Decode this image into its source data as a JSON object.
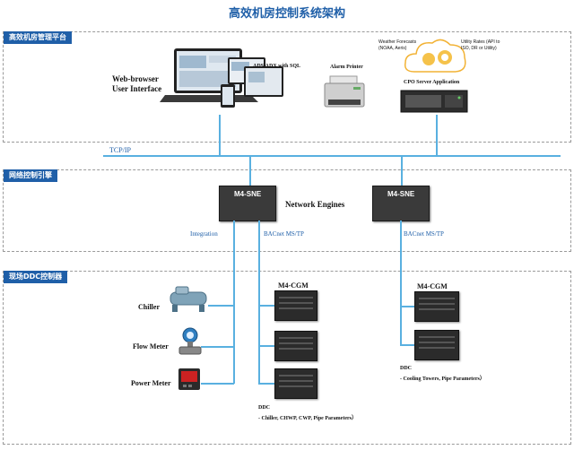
{
  "title": "高效机房控制系统架构",
  "sections": {
    "platform": "高效机房管理平台",
    "network": "网络控制引擎",
    "field": "现场DDC控制器"
  },
  "platform": {
    "web_browser_line1": "Web-browser",
    "web_browser_line2": "User Interface",
    "ads": "ADS/ADX with SQL",
    "alarm_printer": "Alarm Printer",
    "cpo": "CPO Server Application",
    "weather": "Weather Forecasts (NOAA, Aeris)",
    "utility": "Utility Rates (API to ISO, DR or Utility)"
  },
  "tcpip": "TCP/IP",
  "network": {
    "engine_left": "M4-SNE",
    "engine_right": "M4-SNE",
    "engines_label": "Network Engines",
    "integration": "Integration",
    "bacnet_left": "BACnet MS/TP",
    "bacnet_right": "BACnet MS/TP"
  },
  "field": {
    "chiller": "Chiller",
    "flow_meter": "Flow Meter",
    "power_meter": "Power Meter",
    "cgm_left": "M4-CGM",
    "cgm_right": "M4-CGM",
    "ddc_left_title": "DDC",
    "ddc_left_desc": "- Chiller, CHWP, CWP, Pipe Parameters）",
    "ddc_right_title": "DDC",
    "ddc_right_desc": "- Cooling Towers, Pipe Parameters）"
  },
  "colors": {
    "tag": "#1f5fa8",
    "line": "#59b0e0",
    "title": "#1f5fa8"
  }
}
